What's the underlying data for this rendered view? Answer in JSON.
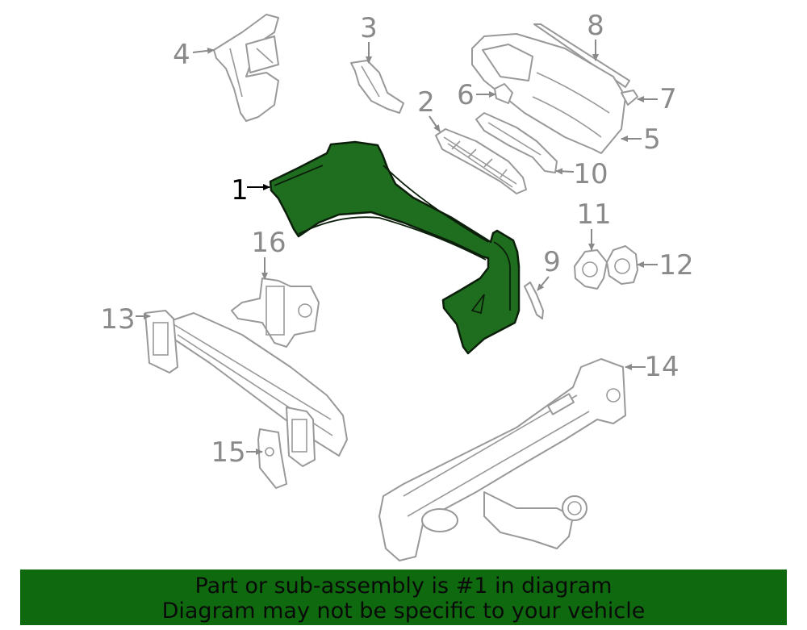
{
  "callouts": [
    "1",
    "2",
    "3",
    "4",
    "5",
    "6",
    "7",
    "8",
    "9",
    "10",
    "11",
    "12",
    "13",
    "14",
    "15",
    "16"
  ],
  "banner": {
    "line1": "Part or sub-assembly is #1 in diagram",
    "line2": "Diagram may not be specific to your vehicle"
  },
  "colors": {
    "highlight": "#1f6e1f",
    "banner": "#0f6a0f",
    "outline": "#999999",
    "active_label": "#000000"
  }
}
